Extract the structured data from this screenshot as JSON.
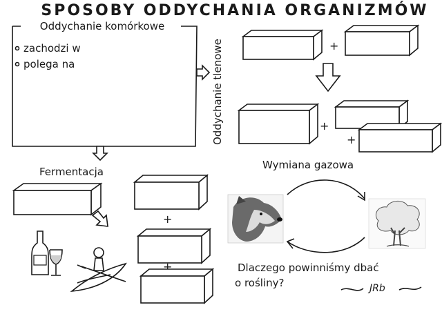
{
  "title": "SPOSOBY ODDYCHANIA ORGANIZMÓW",
  "cellular_box": {
    "heading": "Oddychanie komórkowe",
    "bullets": [
      "zachodzi w",
      "polega na"
    ]
  },
  "aerobic_label": "Oddychanie tlenowe",
  "fermentation_label": "Fermentacja",
  "gas_exchange_label": "Wymiana gazowa",
  "question_lines": [
    "Dlaczego powinniśmy dbać",
    "o rośliny?"
  ],
  "signature": "JRb",
  "plus_sign": "+",
  "icons": [
    "dog-image",
    "tree-image",
    "wine-bottle-icon",
    "wine-glass-icon",
    "kayak-person-icon",
    "down-arrow-icon",
    "right-arrow-icon",
    "curved-arrow-icon"
  ]
}
